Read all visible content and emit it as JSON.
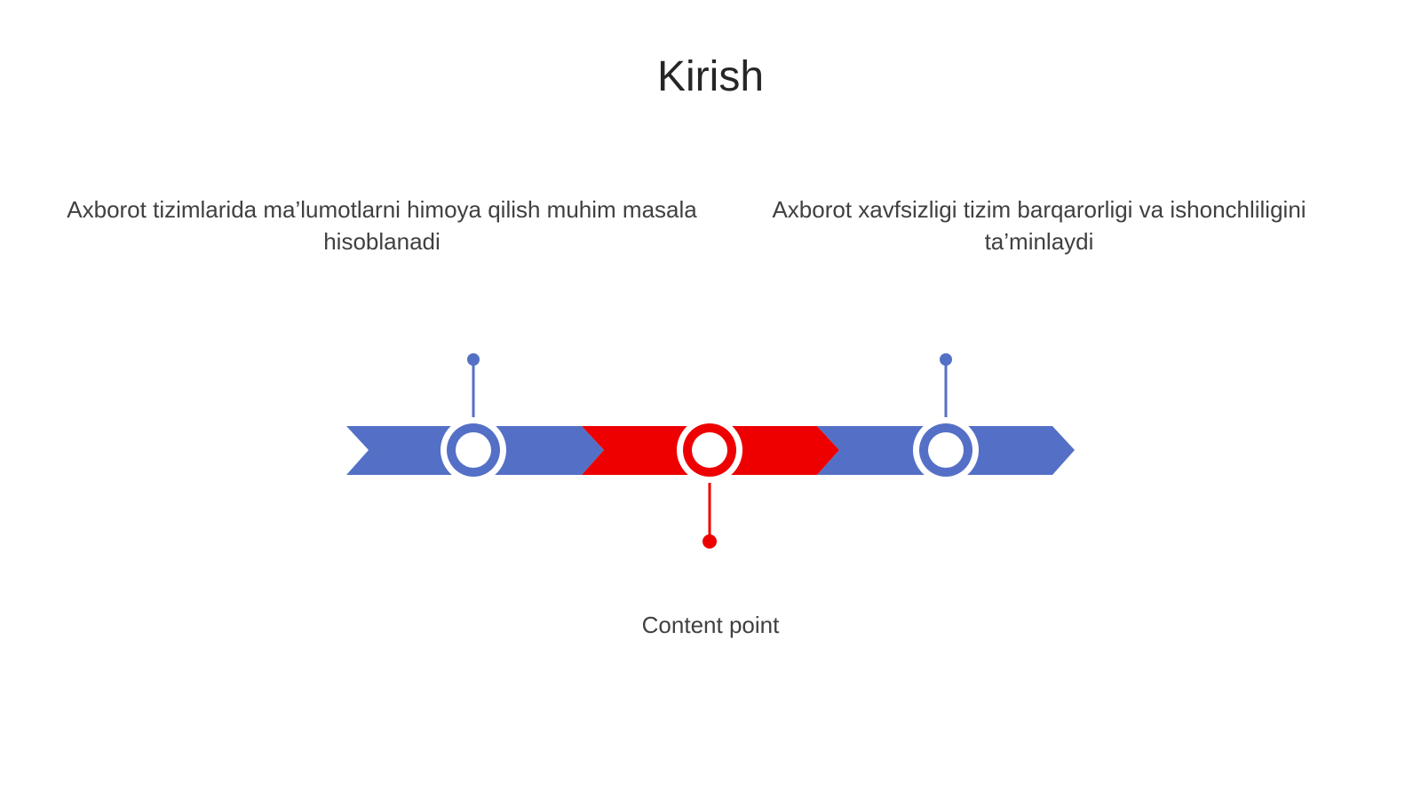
{
  "slide": {
    "title": "Kirish"
  },
  "points": [
    {
      "text": "Axborot tizimlarida ma’lumotlarni himoya qilish muhim masala hisoblanadi",
      "color": "#5470c6",
      "position": "top"
    },
    {
      "text": "Content point",
      "color": "#ee0000",
      "position": "bottom"
    },
    {
      "text": "Axborot xavfsizligi tizim barqarorligi va ishonchliligini ta’minlaydi",
      "color": "#5470c6",
      "position": "top"
    }
  ],
  "colors": {
    "blue": "#5470c6",
    "red": "#ee0000",
    "title": "#262626",
    "text": "#404040"
  }
}
